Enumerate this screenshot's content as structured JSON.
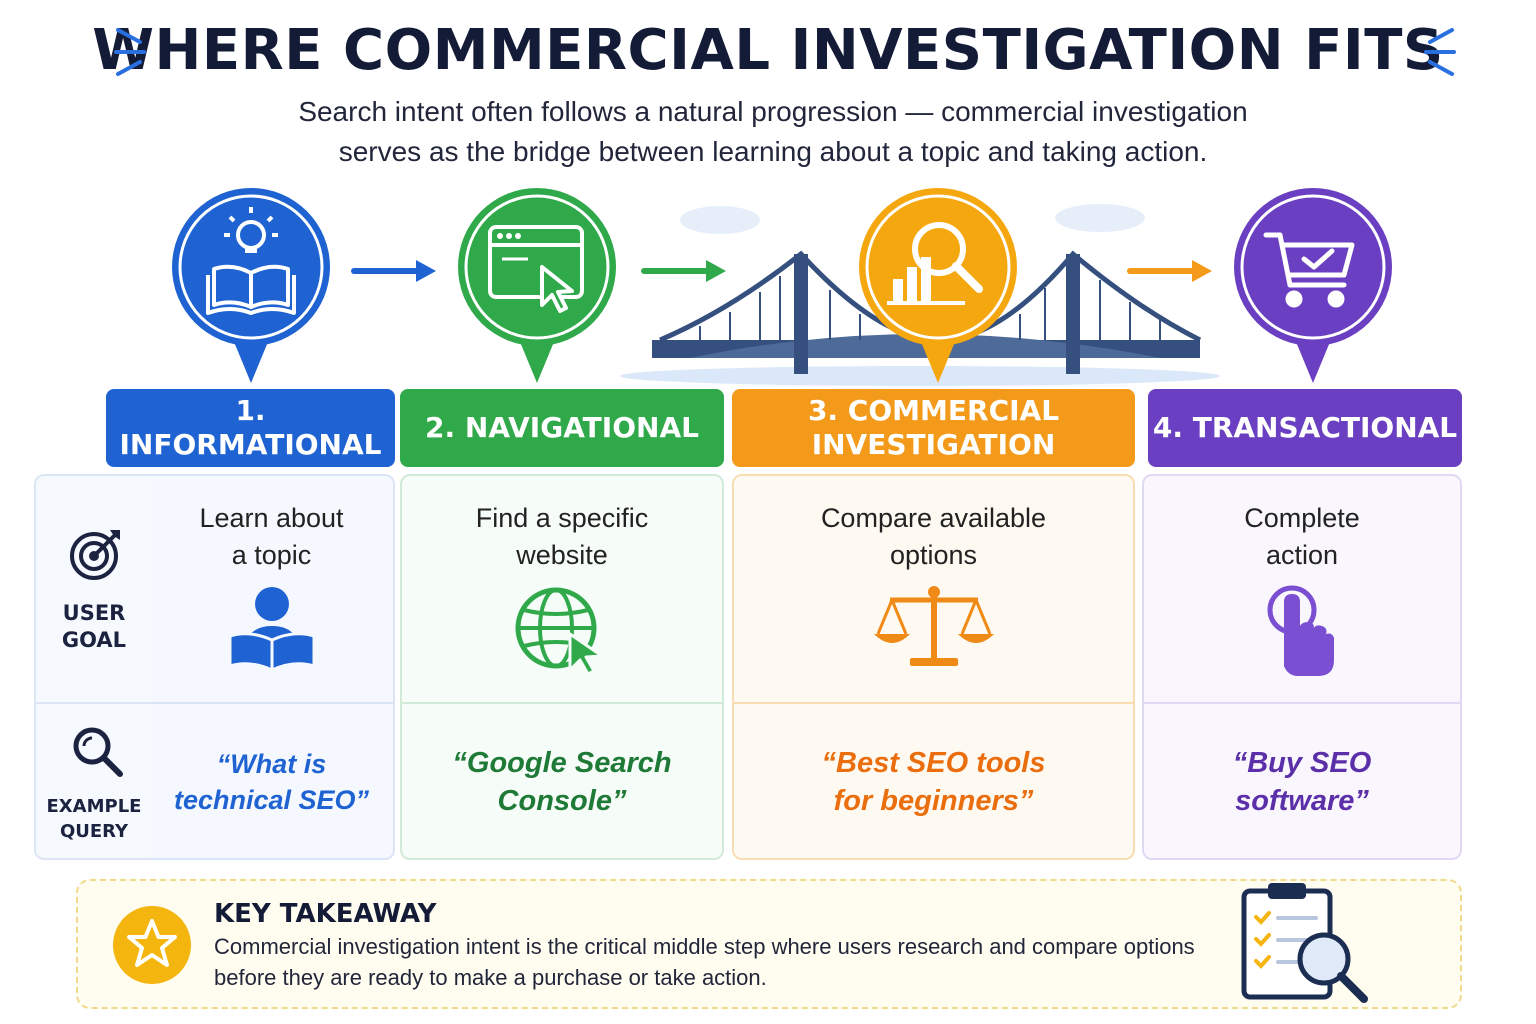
{
  "title": "WHERE COMMERCIAL INVESTIGATION FITS",
  "subtitle": "Search intent often follows a natural progression — commercial investigation serves as the bridge between learning about a topic and taking action.",
  "colors": {
    "blue": "#1f63d3",
    "green": "#2fa94a",
    "orange": "#f39a1a",
    "purple": "#6a3fc1",
    "navy": "#1c2340"
  },
  "row_labels": {
    "user_goal": "USER\nGOAL",
    "example_query": "EXAMPLE\nQUERY"
  },
  "stages": [
    {
      "label": "1. INFORMATIONAL",
      "goal": "Learn about\na topic",
      "query": "“What is\ntechnical SEO”",
      "pin_icon": "book-lightbulb-icon",
      "goal_icon": "person-reading-icon"
    },
    {
      "label": "2. NAVIGATIONAL",
      "goal": "Find a specific\nwebsite",
      "query": "“Google Search\nConsole”",
      "pin_icon": "browser-cursor-icon",
      "goal_icon": "globe-cursor-icon"
    },
    {
      "label": "3. COMMERCIAL\nINVESTIGATION",
      "goal": "Compare available\noptions",
      "query": "“Best SEO tools\nfor beginners”",
      "pin_icon": "magnifier-chart-icon",
      "goal_icon": "scales-icon"
    },
    {
      "label": "4. TRANSACTIONAL",
      "goal": "Complete\naction",
      "query": "“Buy SEO\nsoftware”",
      "pin_icon": "shopping-cart-check-icon",
      "goal_icon": "tap-hand-icon"
    }
  ],
  "takeaway": {
    "title": "KEY TAKEAWAY",
    "text": "Commercial investigation intent is the critical middle step where users research and compare options before they are ready to make a purchase or take action."
  }
}
